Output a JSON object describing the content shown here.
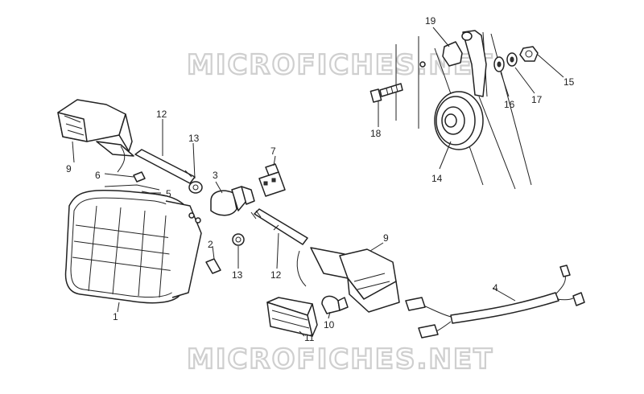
{
  "watermark": {
    "top": "MICROFICHES.NET",
    "bottom": "MICROFICHES.NET"
  },
  "callouts": [
    "1",
    "2",
    "3",
    "4",
    "5",
    "6",
    "7",
    "9",
    "9",
    "10",
    "11",
    "12",
    "12",
    "13",
    "13",
    "14",
    "15",
    "16",
    "17",
    "18",
    "19"
  ]
}
